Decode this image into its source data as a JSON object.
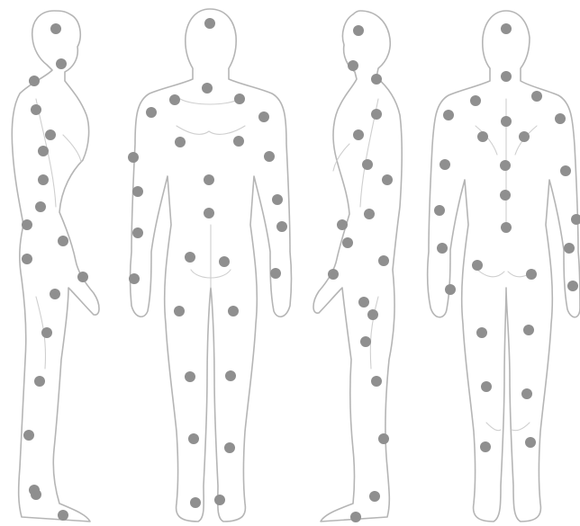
{
  "diagram": {
    "background_color": "#ffffff",
    "outline_color": "#b5b5b5",
    "marker_color": "#8f8f8f",
    "figures": [
      {
        "view": "side-left",
        "marker_count": 19
      },
      {
        "view": "front",
        "marker_count": 28
      },
      {
        "view": "side-right",
        "marker_count": 19
      },
      {
        "view": "back",
        "marker_count": 28
      }
    ]
  }
}
